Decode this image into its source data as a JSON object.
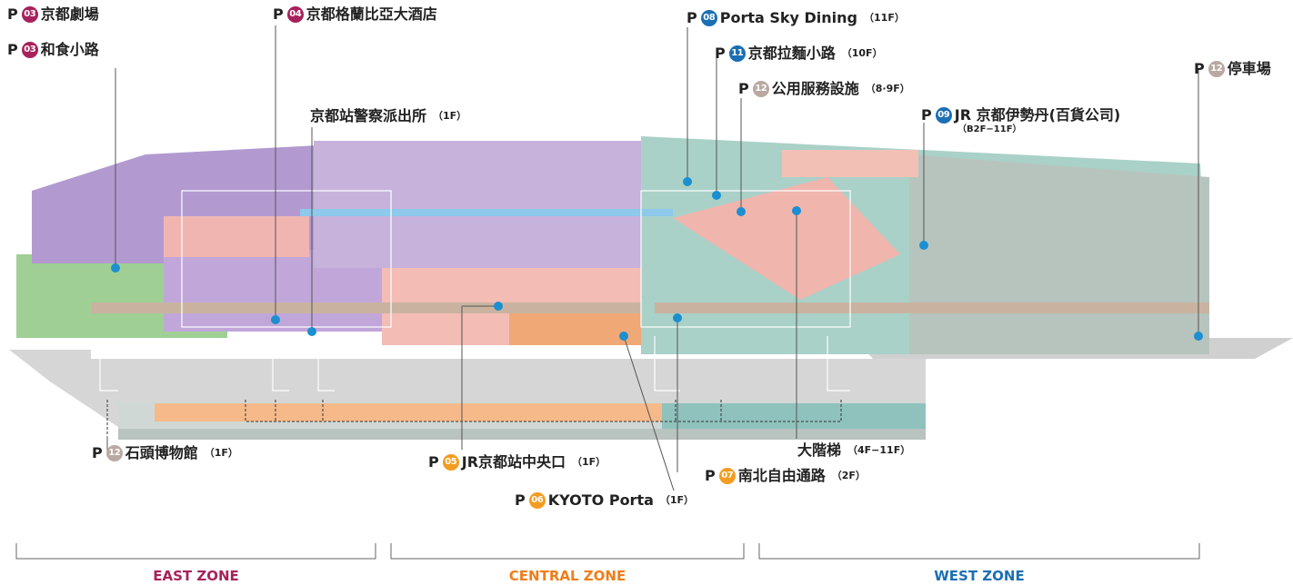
{
  "colors": {
    "east": "#a7225b",
    "central": "#f07d19",
    "west": "#1b6fb3",
    "badge_east": "#a7225b",
    "badge_west": "#1b6fb3",
    "badge_central": "#f39c22",
    "badge_gray": "#b9a9a2"
  },
  "labels": {
    "theater": {
      "page": "P",
      "num": "03",
      "name": "京都劇場",
      "floor": ""
    },
    "washoku": {
      "page": "P",
      "num": "03",
      "name": "和食小路",
      "floor": ""
    },
    "granvia": {
      "page": "P",
      "num": "04",
      "name": "京都格蘭比亞大酒店",
      "floor": ""
    },
    "police": {
      "page": "",
      "num": "",
      "name": "京都站警察派出所",
      "floor": "（1F）"
    },
    "skydining": {
      "page": "P",
      "num": "08",
      "name": "Porta Sky Dining",
      "floor": "（11F）"
    },
    "ramen": {
      "page": "P",
      "num": "11",
      "name": "京都拉麵小路",
      "floor": "（10F）"
    },
    "public": {
      "page": "P",
      "num": "12",
      "name": "公用服務設施",
      "floor": "（8·9F）"
    },
    "isetan": {
      "page": "P",
      "num": "09",
      "name": "JR 京都伊勢丹(百貨公司)",
      "floor": "",
      "sub": "（B2F−11F）"
    },
    "parking": {
      "page": "P",
      "num": "12",
      "name": "停車場",
      "floor": ""
    },
    "stone": {
      "page": "P",
      "num": "12",
      "name": "石頭博物館",
      "floor": "（1F）"
    },
    "central_exit": {
      "page": "P",
      "num": "05",
      "name": "JR京都站中央口",
      "floor": "（1F）"
    },
    "kyoto_porta": {
      "page": "P",
      "num": "06",
      "name": "KYOTO Porta",
      "floor": "（1F）"
    },
    "passage": {
      "page": "P",
      "num": "07",
      "name": "南北自由通路",
      "floor": "（2F）"
    },
    "stairs": {
      "page": "",
      "num": "",
      "name": "大階梯",
      "floor": "（4F−11F）"
    }
  },
  "zones": {
    "east": "EAST ZONE",
    "central": "CENTRAL ZONE",
    "west": "WEST ZONE"
  }
}
